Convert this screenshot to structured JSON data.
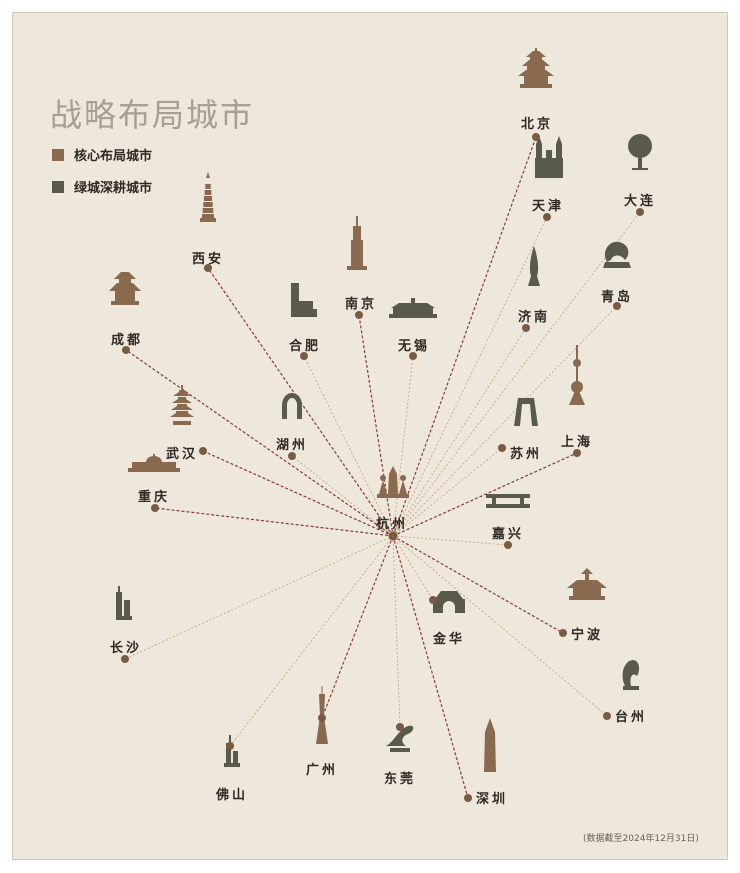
{
  "title": "战略布局城市",
  "legend": [
    {
      "label": "核心布局城市",
      "color": "#8a6a4e"
    },
    {
      "label": "绿城深耕城市",
      "color": "#5a5a4a"
    }
  ],
  "note": "(数据截至2024年12月31日)",
  "hub": {
    "name": "杭州",
    "icon": "hangzhou-landmark-icon"
  },
  "colors": {
    "core_line": "#8b3a3a",
    "deep_line": "#c9a878",
    "core_icon": "#8a6a4e",
    "deep_icon": "#5a5a4a",
    "dot": "#7a5a40"
  },
  "cities": [
    {
      "name": "北京",
      "type": "core",
      "icon": "temple-of-heaven-icon"
    },
    {
      "name": "天津",
      "type": "deep",
      "icon": "tianjin-church-icon"
    },
    {
      "name": "大连",
      "type": "deep",
      "icon": "sphere-tower-icon"
    },
    {
      "name": "青岛",
      "type": "deep",
      "icon": "may-fourth-sculpture-icon"
    },
    {
      "name": "济南",
      "type": "deep",
      "icon": "quancheng-sculpture-icon"
    },
    {
      "name": "西安",
      "type": "core",
      "icon": "pagoda-icon"
    },
    {
      "name": "南京",
      "type": "core",
      "icon": "skyscraper-icon"
    },
    {
      "name": "成都",
      "type": "core",
      "icon": "pavilion-icon"
    },
    {
      "name": "合肥",
      "type": "deep",
      "icon": "hefei-building-icon"
    },
    {
      "name": "无锡",
      "type": "deep",
      "icon": "lakeside-building-icon"
    },
    {
      "name": "湖州",
      "type": "deep",
      "icon": "horseshoe-hotel-icon"
    },
    {
      "name": "武汉",
      "type": "core",
      "icon": "yellow-crane-tower-icon"
    },
    {
      "name": "苏州",
      "type": "deep",
      "icon": "gate-of-orient-icon"
    },
    {
      "name": "上海",
      "type": "core",
      "icon": "oriental-pearl-tower-icon"
    },
    {
      "name": "重庆",
      "type": "core",
      "icon": "great-hall-icon"
    },
    {
      "name": "嘉兴",
      "type": "deep",
      "icon": "jiaxing-hall-icon"
    },
    {
      "name": "长沙",
      "type": "deep",
      "icon": "changsha-towers-icon"
    },
    {
      "name": "金华",
      "type": "deep",
      "icon": "city-gate-icon"
    },
    {
      "name": "宁波",
      "type": "core",
      "icon": "tianyi-pavilion-icon"
    },
    {
      "name": "台州",
      "type": "deep",
      "icon": "taizhou-sculpture-icon"
    },
    {
      "name": "佛山",
      "type": "deep",
      "icon": "foshan-towers-icon"
    },
    {
      "name": "广州",
      "type": "core",
      "icon": "canton-tower-icon"
    },
    {
      "name": "东莞",
      "type": "deep",
      "icon": "dongguan-sculpture-icon"
    },
    {
      "name": "深圳",
      "type": "core",
      "icon": "ping-an-tower-icon"
    }
  ]
}
